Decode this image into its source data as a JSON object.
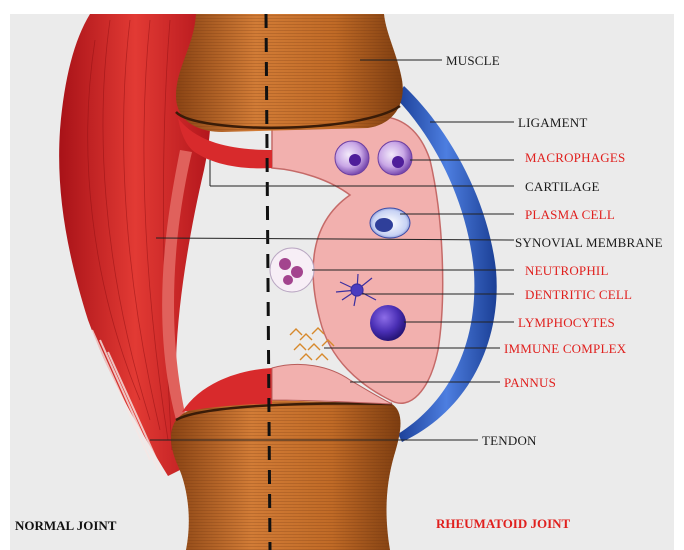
{
  "colors": {
    "background": "#ebebeb",
    "label_black": "#1a1a1a",
    "label_red": "#e0201e",
    "bone": "#c8722e",
    "muscle": "#d8262a",
    "ligament": "#2a56b8",
    "synovium": "#f2b0ae"
  },
  "labels": {
    "muscle": "MUSCLE",
    "ligament": "LIGAMENT",
    "macrophages": "MACROPHAGES",
    "cartilage": "CARTILAGE",
    "plasma_cell": "PLASMA CELL",
    "synovial_membrane": "SYNOVIAL MEMBRANE",
    "neutrophil": "NEUTROPHIL",
    "dendritic_cell": "DENTRITIC CELL",
    "lymphocytes": "LYMPHOCYTES",
    "immune_complex": "IMMUNE COMPLEX",
    "pannus": "PANNUS",
    "tendon": "TENDON"
  },
  "captions": {
    "normal": "NORMAL JOINT",
    "rheumatoid": "RHEUMATOID JOINT"
  }
}
